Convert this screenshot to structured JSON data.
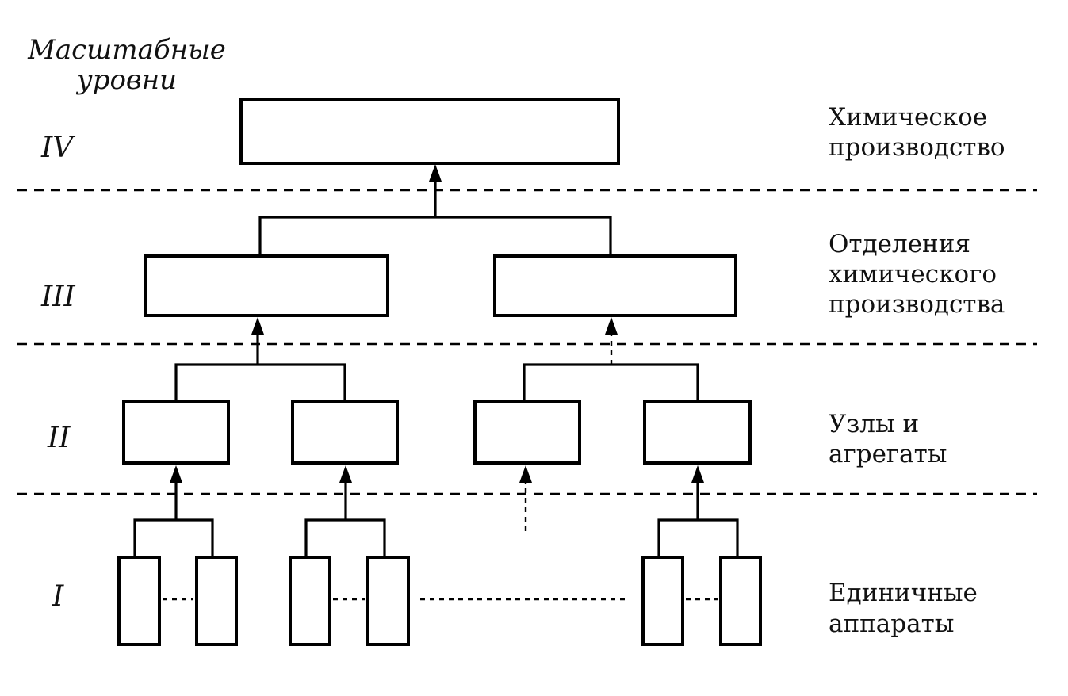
{
  "header": {
    "title_line1": "Масштабные",
    "title_line2": "уровни"
  },
  "levels": [
    {
      "roman": "IV",
      "desc_lines": [
        "Химическое",
        "производство"
      ]
    },
    {
      "roman": "III",
      "desc_lines": [
        "Отделения",
        "химического",
        "производства"
      ]
    },
    {
      "roman": "II",
      "desc_lines": [
        "Узлы и",
        "агрегаты"
      ]
    },
    {
      "roman": "I",
      "desc_lines": [
        "Единичные",
        "аппараты"
      ]
    }
  ],
  "colors": {
    "line": "#000000",
    "background": "#ffffff"
  }
}
